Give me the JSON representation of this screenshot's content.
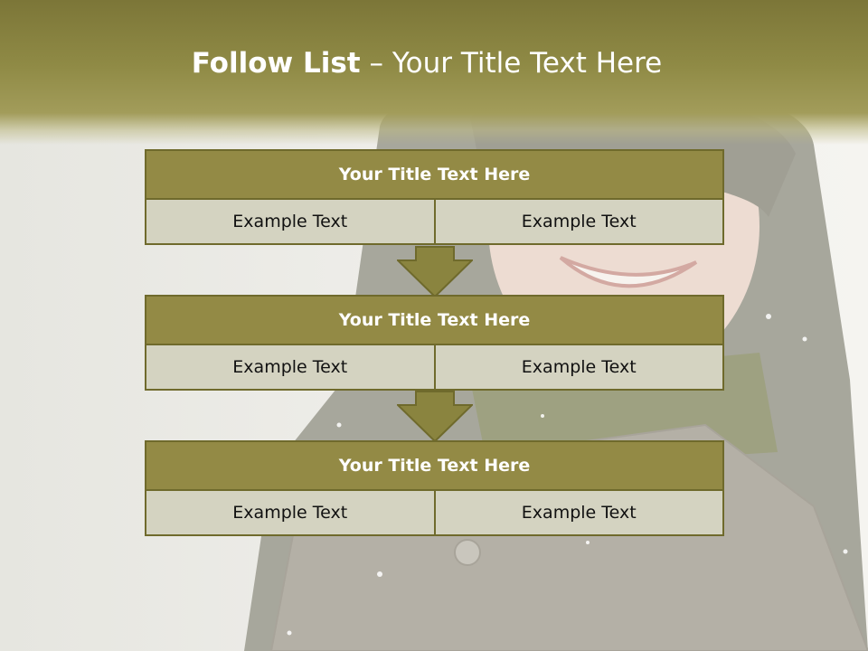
{
  "slide": {
    "title_bold": "Follow List",
    "title_rest": " – Your Title Text Here"
  },
  "blocks": [
    {
      "title": "Your Title Text Here",
      "left": "Example Text",
      "right": "Example Text"
    },
    {
      "title": "Your Title Text Here",
      "left": "Example Text",
      "right": "Example Text"
    },
    {
      "title": "Your Title Text Here",
      "left": "Example Text",
      "right": "Example Text"
    }
  ],
  "colors": {
    "header": "#8f8a45",
    "block_title": "#938a45",
    "block_cell": "#d4d3c1",
    "border": "#6f6a2c"
  }
}
